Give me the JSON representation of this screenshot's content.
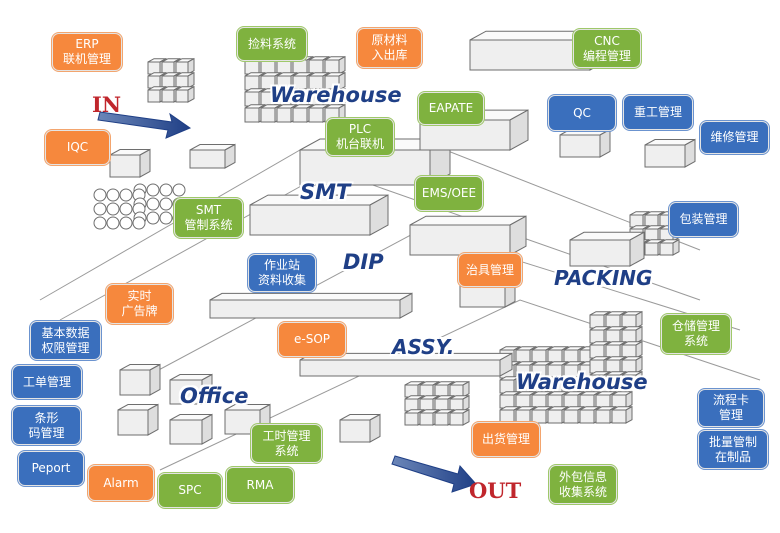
{
  "flow": {
    "in_label": "IN",
    "out_label": "OUT"
  },
  "areas": {
    "warehouse_top": "Warehouse",
    "smt": "SMT",
    "dip": "DIP",
    "assy": "ASSY.",
    "packing": "PACKING",
    "office": "Office",
    "warehouse_bottom": "Warehouse"
  },
  "tags": {
    "erp": "ERP\n联机管理",
    "iqc": "IQC",
    "picking": "捡料系统",
    "raw_material": "原材料\n入出库",
    "plc": "PLC\n机台联机",
    "eapate": "EAPATE",
    "cnc": "CNC\n编程管理",
    "qc": "QC",
    "heavy": "重工管理",
    "repair": "维修管理",
    "ems": "EMS/OEE",
    "smt_control": "SMT\n管制系统",
    "workstation": "作业站\n资料收集",
    "fixture": "治具管理",
    "packaging": "包装管理",
    "billboard": "实时\n广告牌",
    "esop": "e-SOP",
    "basic_data": "基本数据\n权限管理",
    "work_order": "工单管理",
    "barcode": "条形\n码管理",
    "peport": "Peport",
    "alarm": "Alarm",
    "spc": "SPC",
    "rma": "RMA",
    "man_hour": "工时管理\n系统",
    "shipping": "出货管理",
    "storage": "仓储管理\n系统",
    "flow_card": "流程卡\n管理",
    "batch": "批量管制\n在制品",
    "outsource": "外包信息\n收集系统"
  },
  "colors": {
    "orange": "#f6883d",
    "green": "#7fb23f",
    "blue": "#3a6fbd",
    "area_text": "#1f3f86",
    "io_text": "#c0262c",
    "arrow": "#1f3f86"
  }
}
